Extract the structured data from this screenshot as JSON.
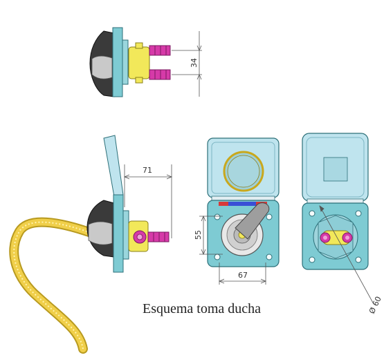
{
  "caption": "Esquema toma ducha",
  "dimensions": {
    "pipe_spacing": "34",
    "depth": "71",
    "height": "55",
    "width": "67",
    "diameter": "Ø 60"
  },
  "colors": {
    "housing_teal": "#7ecbd3",
    "housing_stroke": "#2c6f78",
    "lid_blue": "#bfe4ee",
    "valve_yellow": "#f2e85a",
    "fitting_magenta": "#d63aa8",
    "handle_dark": "#2f2f2f",
    "hose_yellow": "#f0cf4a",
    "dim_line": "#555555"
  }
}
